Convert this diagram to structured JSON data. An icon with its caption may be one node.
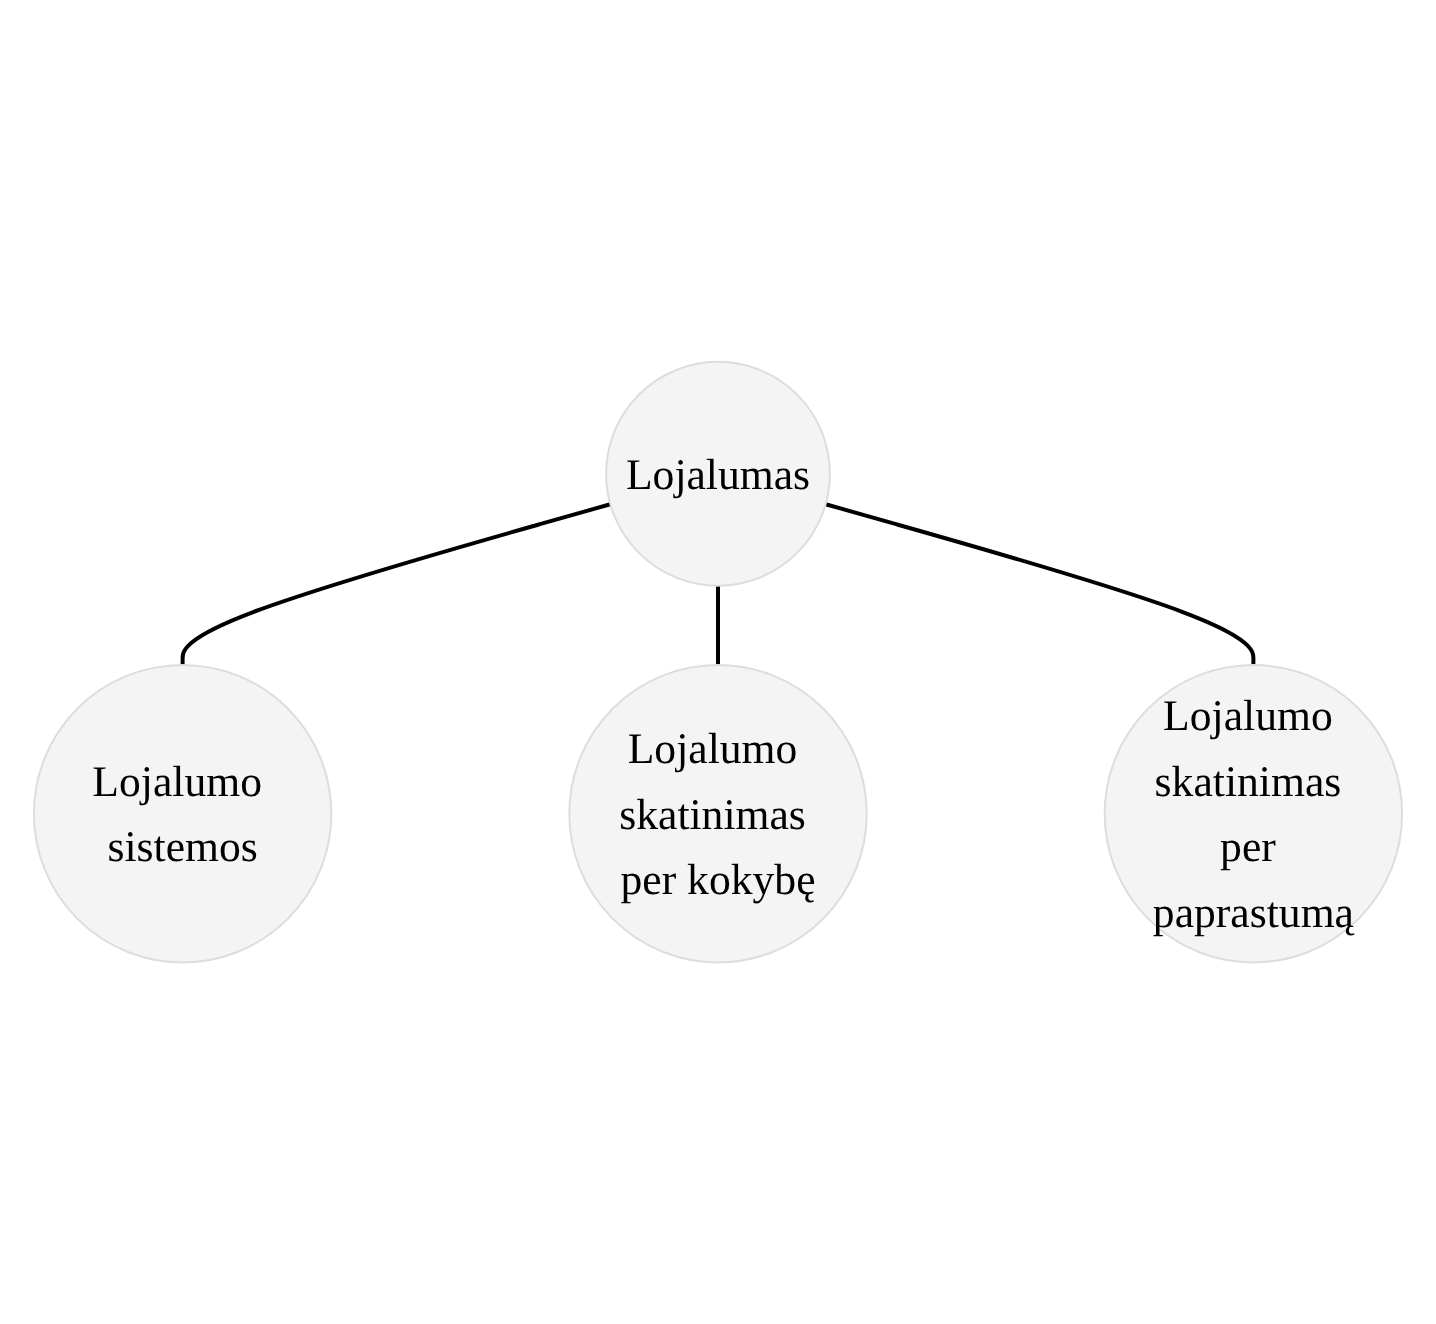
{
  "diagram": {
    "nodes": [
      {
        "text": [
          "Lojalumo sistemos"
        ]
      },
      {
        "text": [
          "Lojalumas"
        ]
      },
      {
        "text": [
          "Lojalumo skatinimas per kokybę"
        ]
      },
      {
        "text": [
          "Lojalumo skatinimas per paprastumą"
        ]
      }
    ],
    "edges": [
      {
        "from": 1,
        "to": 0,
        "arrow": "none"
      },
      {
        "from": 1,
        "to": 2,
        "arrow": "none"
      },
      {
        "from": 1,
        "to": 3,
        "arrow": "none"
      }
    ]
  }
}
